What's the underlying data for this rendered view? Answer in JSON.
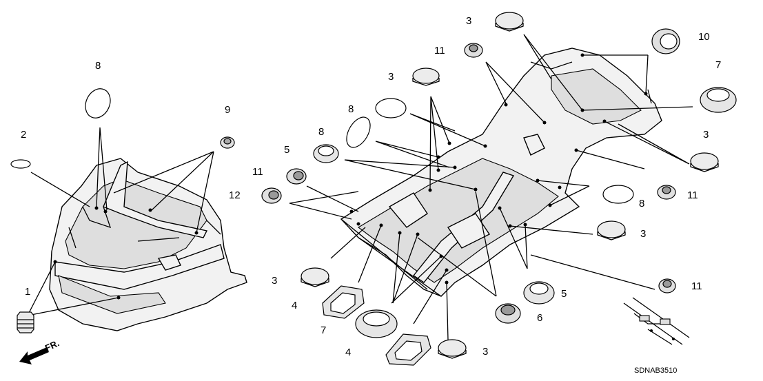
{
  "diagram_code": "SDNAB3510",
  "front_arrow_label": "FR.",
  "callouts": {
    "c1": "1",
    "c2": "2",
    "c3a": "3",
    "c3b": "3",
    "c3c": "3",
    "c3d": "3",
    "c3e": "3",
    "c3f": "3",
    "c4a": "4",
    "c4b": "4",
    "c5a": "5",
    "c5b": "5",
    "c6": "6",
    "c7a": "7",
    "c7b": "7",
    "c8a": "8",
    "c8b": "8",
    "c8c": "8",
    "c8d": "8",
    "c9": "9",
    "c10": "10",
    "c11a": "11",
    "c11b": "11",
    "c11c": "11",
    "c11d": "11",
    "c12": "12"
  },
  "colors": {
    "line": "#000000",
    "fill": "#f2f2f2",
    "shade": "#dedede"
  }
}
